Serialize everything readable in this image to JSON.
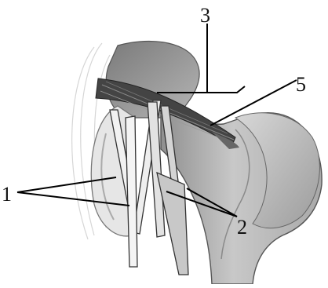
{
  "labels": {
    "one": "1",
    "two": "2",
    "three": "3",
    "five": "5"
  },
  "colors": {
    "bone_fill": "#c9c9c9",
    "bone_shadow": "#9a9a9a",
    "bone_dark": "#6f6f6f",
    "ligament_dark": "#3a3a3a",
    "leader_line": "#000000"
  }
}
